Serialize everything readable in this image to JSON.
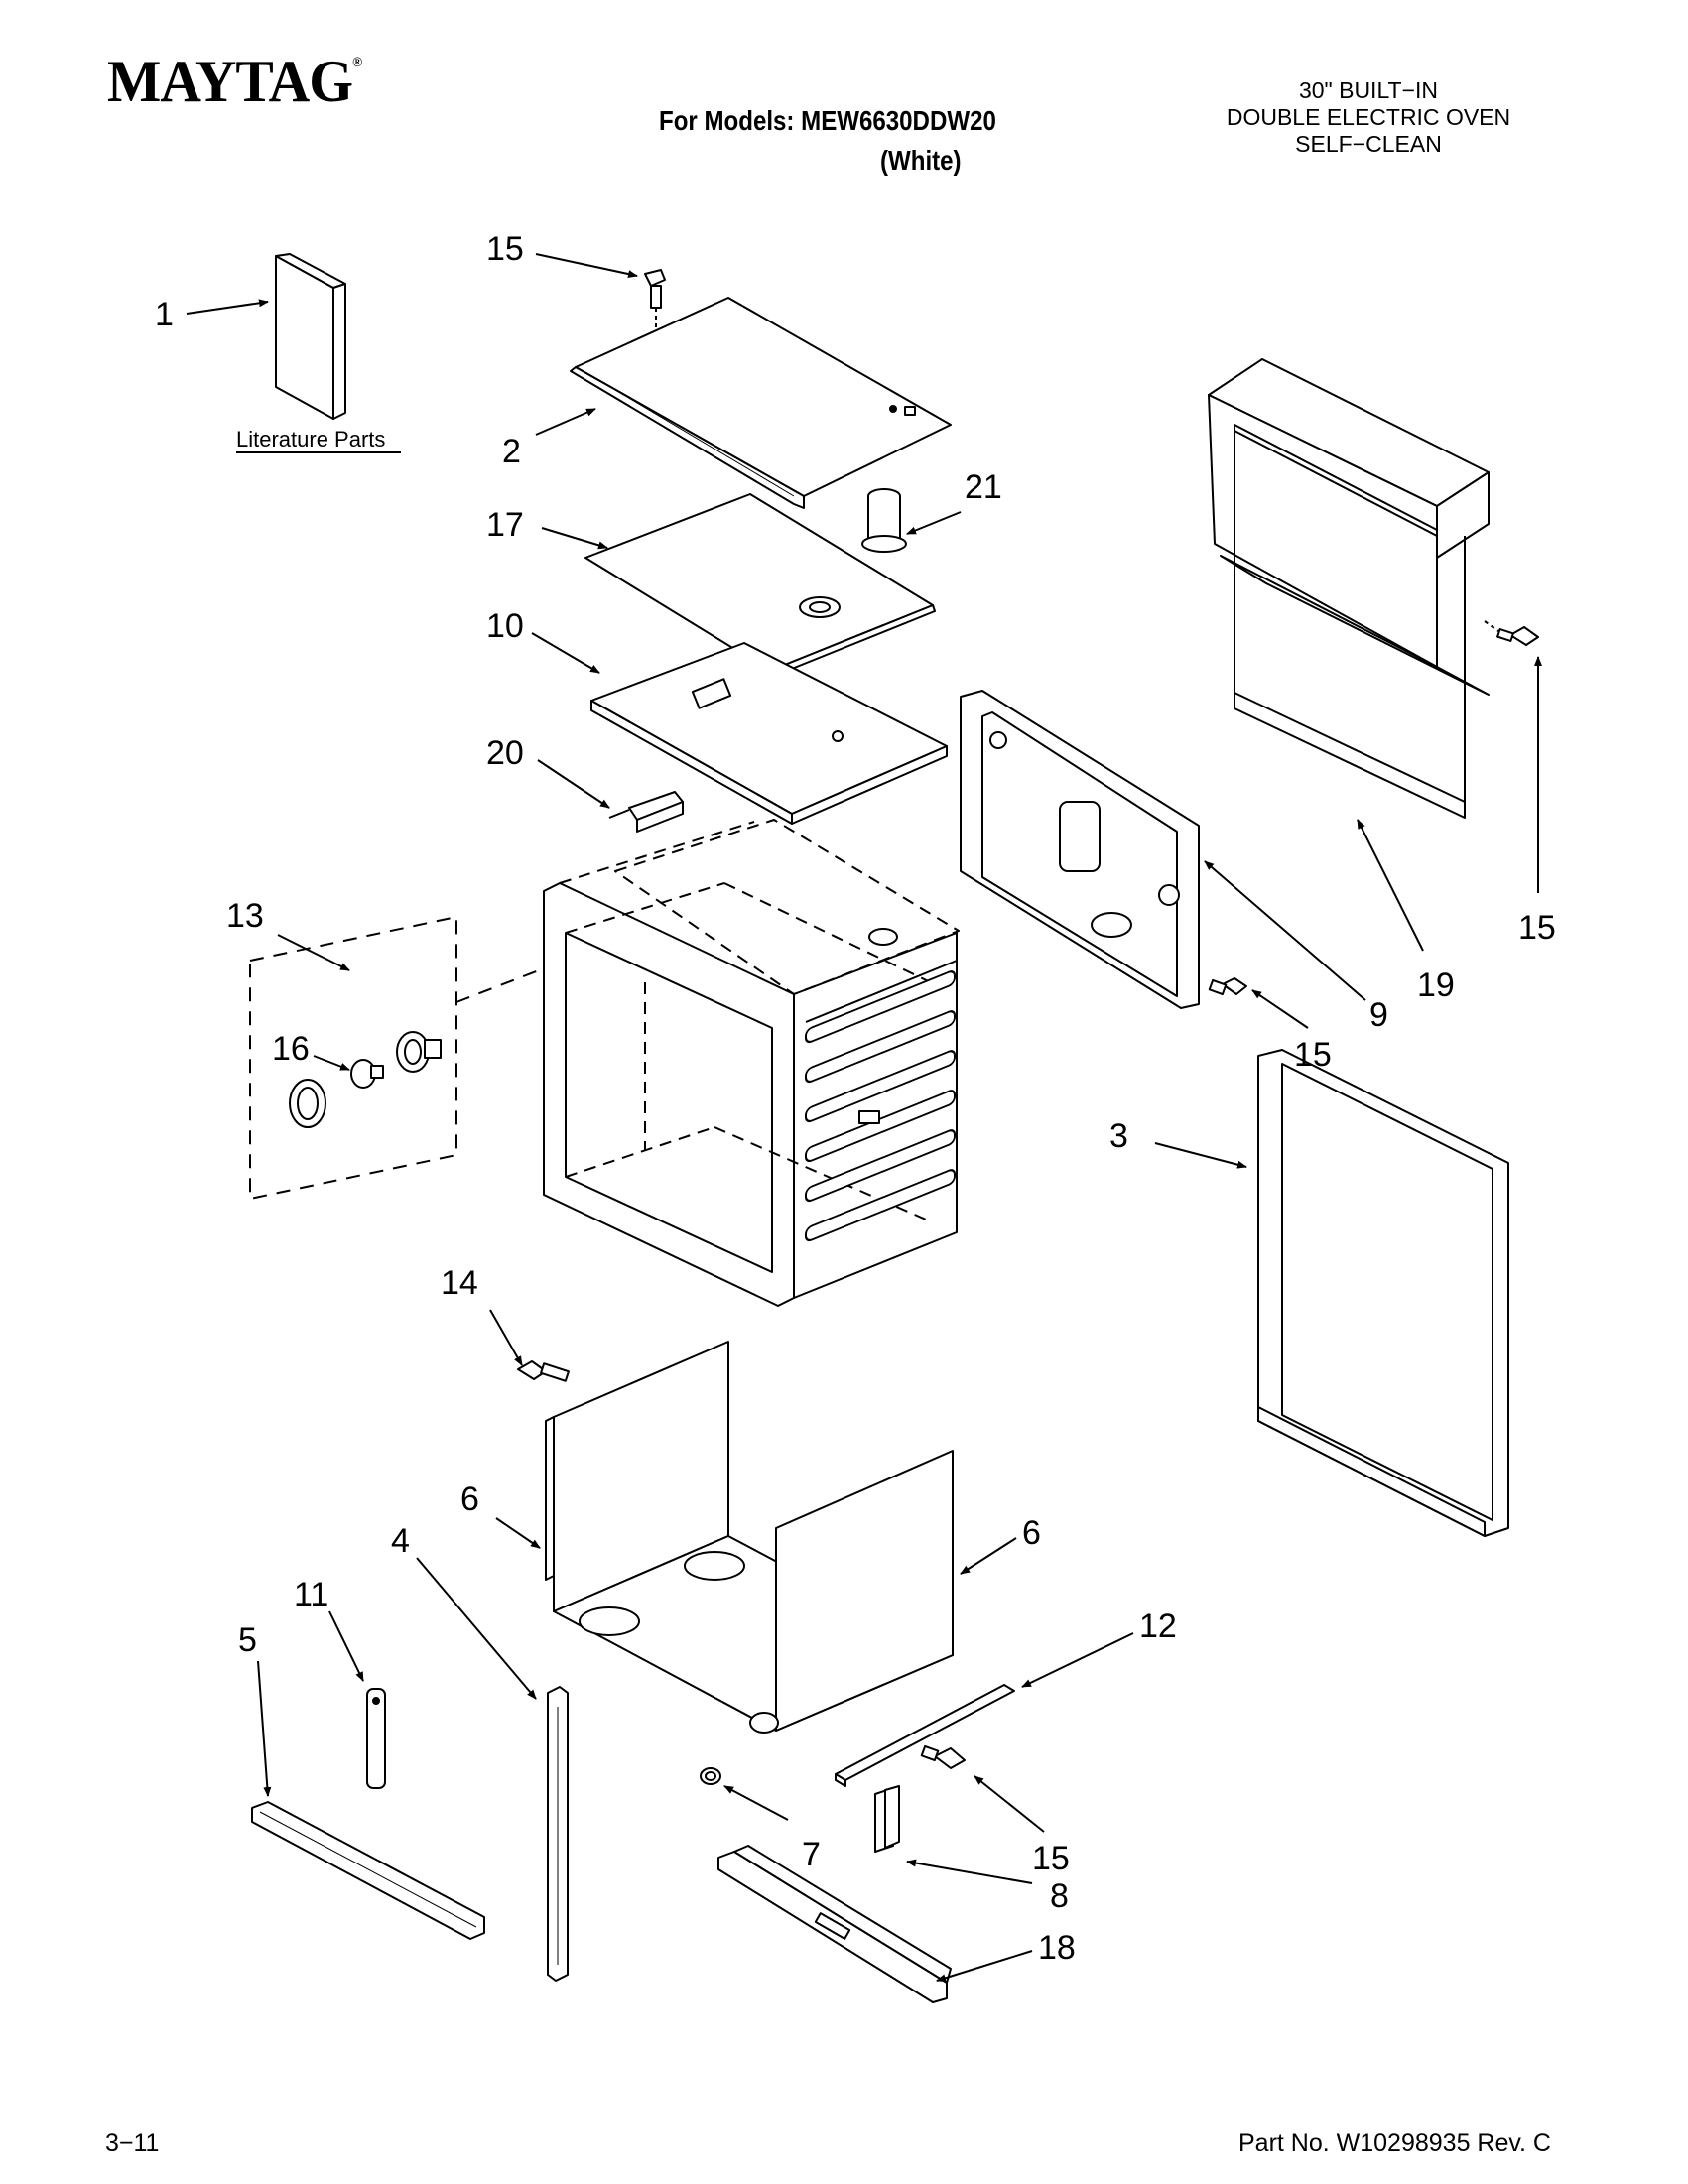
{
  "header": {
    "brand": "MAYTAG",
    "brand_mark": "®",
    "models_label": "For Models: MEW6630DDW20",
    "color_label": "(White)",
    "description": [
      "30\" BUILT−IN",
      "DOUBLE ELECTRIC OVEN",
      "SELF−CLEAN"
    ]
  },
  "literature_label": "Literature Parts",
  "callouts": {
    "c1": "1",
    "c2": "2",
    "c3": "3",
    "c4": "4",
    "c5": "5",
    "c6a": "6",
    "c6b": "6",
    "c7": "7",
    "c8": "8",
    "c9": "9",
    "c10": "10",
    "c11": "11",
    "c12": "12",
    "c13": "13",
    "c14": "14",
    "c15a": "15",
    "c15b": "15",
    "c15c": "15",
    "c15d": "15",
    "c16": "16",
    "c17": "17",
    "c18": "18",
    "c19": "19",
    "c20": "20",
    "c21": "21"
  },
  "footer": {
    "page": "3−11",
    "part_number": "Part No. W10298935 Rev. C"
  }
}
